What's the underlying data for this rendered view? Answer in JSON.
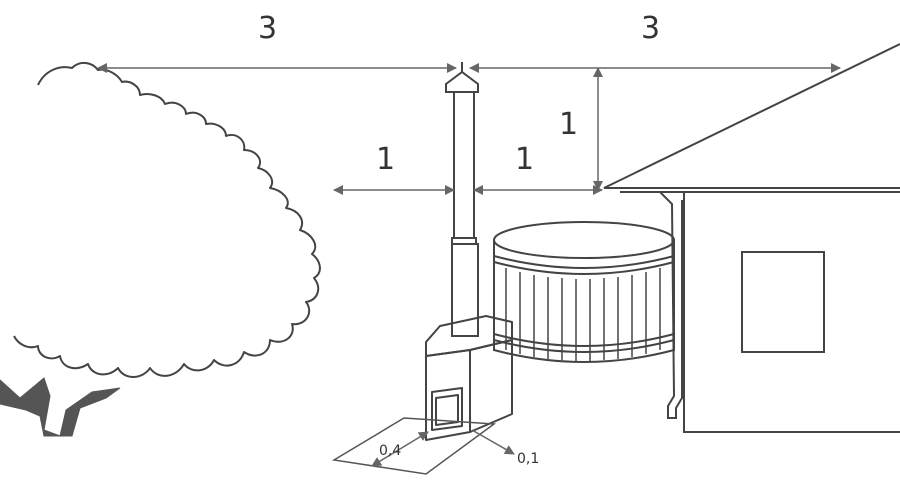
{
  "labels": {
    "tree_to_chimney": "3",
    "chimney_to_roof_edge": "3",
    "chimney_to_wall_left": "1",
    "chimney_to_house": "1",
    "chimney_above_eave": "1",
    "front_clearance": "0,4",
    "side_clearance": "0,1"
  },
  "colors": {
    "line": "#444444",
    "tree_trunk": "#555555",
    "dim_line": "#666666"
  }
}
